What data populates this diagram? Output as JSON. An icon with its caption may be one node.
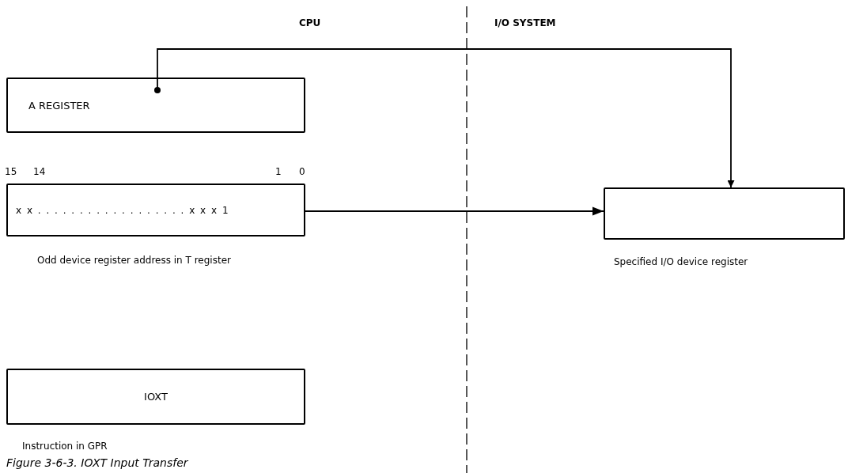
{
  "diagram": {
    "caption": "Figure 3-6-3. IOXT Input Transfer",
    "nodes": [
      {
        "text": [
          "A REGISTER"
        ]
      },
      {
        "text": [
          "x x . . . . . . . . . . . . . . . . . . x x x 1"
        ],
        "beside": [
          "Odd device register address in T register"
        ]
      },
      {
        "text": [],
        "shape": "box",
        "beside": [
          "Specified I/O device register"
        ]
      },
      {
        "text": [
          "IOXT"
        ],
        "beside": [
          "Instruction in GPR"
        ]
      }
    ],
    "edges": [
      {
        "from": 0,
        "to": 2,
        "arrow": "to"
      },
      {
        "from": 1,
        "to": 2,
        "arrow": "to"
      }
    ],
    "labels": [
      "CPU",
      "I/O SYSTEM",
      "15",
      "14",
      "1",
      "0"
    ]
  }
}
